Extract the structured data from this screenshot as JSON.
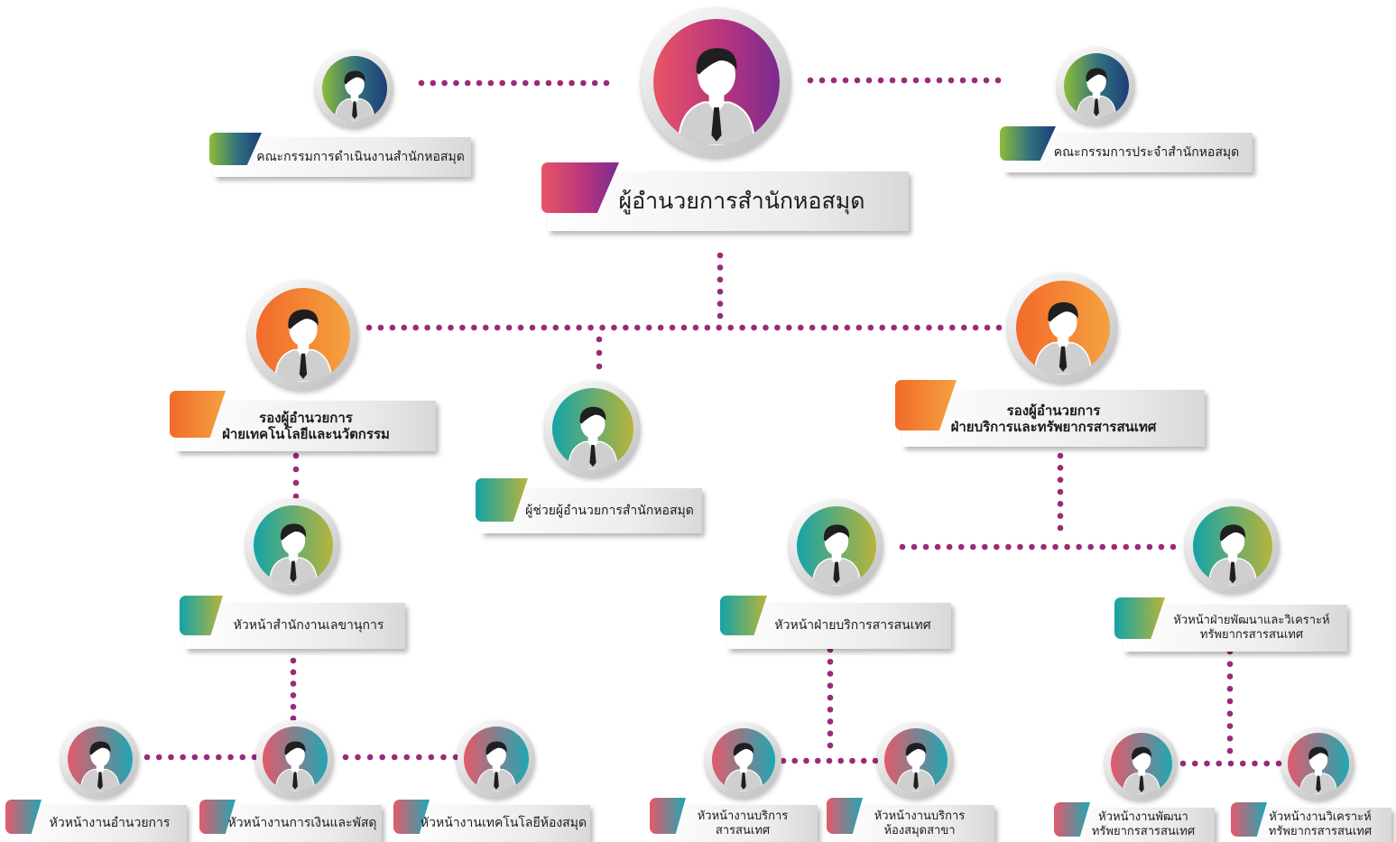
{
  "colors": {
    "connector": "#9b2a78",
    "director": [
      "#e85466",
      "#7a2b8f"
    ],
    "committee": [
      "#8fbc3a",
      "#1d3d78"
    ],
    "deputy": [
      "#f26a2a",
      "#f5a240"
    ],
    "head": [
      "#14a3a8",
      "#b8b43a"
    ],
    "unit": [
      "#e35a6b",
      "#1fa7b3"
    ]
  },
  "nodes": {
    "director": {
      "icon": "person-icon",
      "lines": [
        "ผู้อำนวยการสำนักหอสมุด"
      ]
    },
    "committee_operations": {
      "icon": "person-icon",
      "lines": [
        "คณะกรรมการดำเนินงานสำนักหอสมุด"
      ]
    },
    "committee_standing": {
      "icon": "person-icon",
      "lines": [
        "คณะกรรมการประจำสำนักหอสมุด"
      ]
    },
    "deputy_tech": {
      "icon": "person-icon",
      "lines": [
        "รองผู้อำนวยการ",
        "ฝ่ายเทคโนโลยีและนวัตกรรม"
      ]
    },
    "assistant_director": {
      "icon": "person-icon",
      "lines": [
        "ผู้ช่วยผู้อำนวยการสำนักหอสมุด"
      ]
    },
    "deputy_services": {
      "icon": "person-icon",
      "lines": [
        "รองผู้อำนวยการ",
        "ฝ่ายบริการและทรัพยากรสารสนเทศ"
      ]
    },
    "head_secretary": {
      "icon": "person-icon",
      "lines": [
        "หัวหน้าสำนักงานเลขานุการ"
      ]
    },
    "head_info_services": {
      "icon": "person-icon",
      "lines": [
        "หัวหน้าฝ่ายบริการสารสนเทศ"
      ]
    },
    "head_resource_dev": {
      "icon": "person-icon",
      "lines": [
        "หัวหน้าฝ่ายพัฒนาและวิเคราะห์",
        "ทรัพยากรสารสนเทศ"
      ]
    },
    "unit_admin": {
      "icon": "person-icon",
      "lines": [
        "หัวหน้างานอำนวยการ"
      ]
    },
    "unit_finance": {
      "icon": "person-icon",
      "lines": [
        "หัวหน้างานการเงินและพัสดุ"
      ]
    },
    "unit_library_tech": {
      "icon": "person-icon",
      "lines": [
        "หัวหน้างานเทคโนโลยีห้องสมุด"
      ]
    },
    "unit_info_service": {
      "icon": "person-icon",
      "lines": [
        "หัวหน้างานบริการ",
        "สารสนเทศ"
      ]
    },
    "unit_branch_library": {
      "icon": "person-icon",
      "lines": [
        "หัวหน้างานบริการ",
        "ห้องสมุดสาขา"
      ]
    },
    "unit_resource_dev": {
      "icon": "person-icon",
      "lines": [
        "หัวหน้างานพัฒนา",
        "ทรัพยากรสารสนเทศ"
      ]
    },
    "unit_resource_analysis": {
      "icon": "person-icon",
      "lines": [
        "หัวหน้างานวิเคราะห์",
        "ทรัพยากรสารสนเทศ"
      ]
    }
  }
}
